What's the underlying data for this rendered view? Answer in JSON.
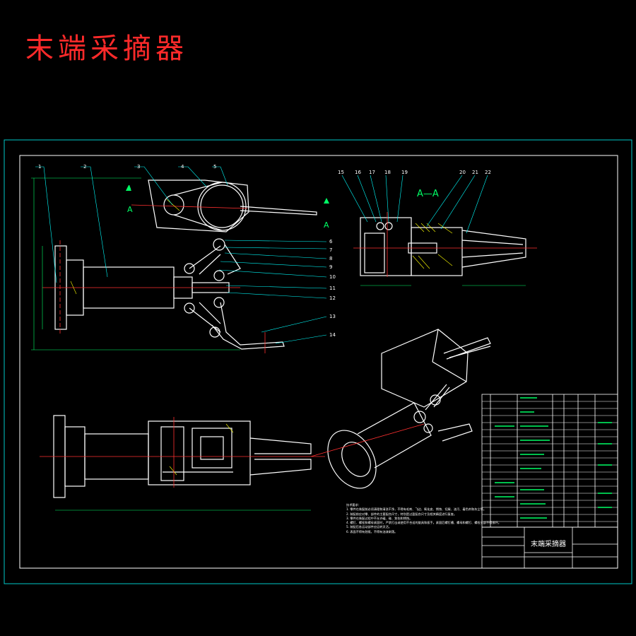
{
  "title": "末端采摘器",
  "colors": {
    "background": "#000000",
    "title": "#ff2a2a",
    "frame": "#00c8c8",
    "lines": "#ffffff",
    "leaders": "#00ffff",
    "dims": "#00ff66",
    "centerline": "#ff3030",
    "section": "#ffff00"
  },
  "section_label": "A—A",
  "section_marks": [
    "A",
    "A",
    "A"
  ],
  "part_numbers_left": [
    "1",
    "2",
    "3",
    "4",
    "5"
  ],
  "part_numbers_right": [
    "6",
    "7",
    "8",
    "9",
    "10",
    "11",
    "12",
    "13",
    "14"
  ],
  "part_numbers_section": [
    "15",
    "16",
    "17",
    "18",
    "19",
    "20",
    "21",
    "22"
  ],
  "title_block": {
    "drawing_title": "末端采摘器"
  },
  "notes": [
    "技术要求：",
    "1. 零件在装配前必须清理和清洗干净，不得有毛刺、飞边、氧化皮、锈蚀、切屑、油污、着色剂和灰尘等。",
    "2. 装配前应对零、部件的主要配合尺寸，特别是过盈配合尺寸及相关精度进行复查。",
    "3. 零件在装配过程中不允许磕、碰、划伤和锈蚀。",
    "4. 螺钉、螺栓和螺母紧固时，严禁打击或使用不合适的旋具和扳手。紧固后螺钉槽、螺母和螺钉、螺栓头部不得损坏。",
    "5. 装配后各运动部件应运转灵活。",
    "6. 表面不得有划痕，不得有油漆剥落。"
  ]
}
